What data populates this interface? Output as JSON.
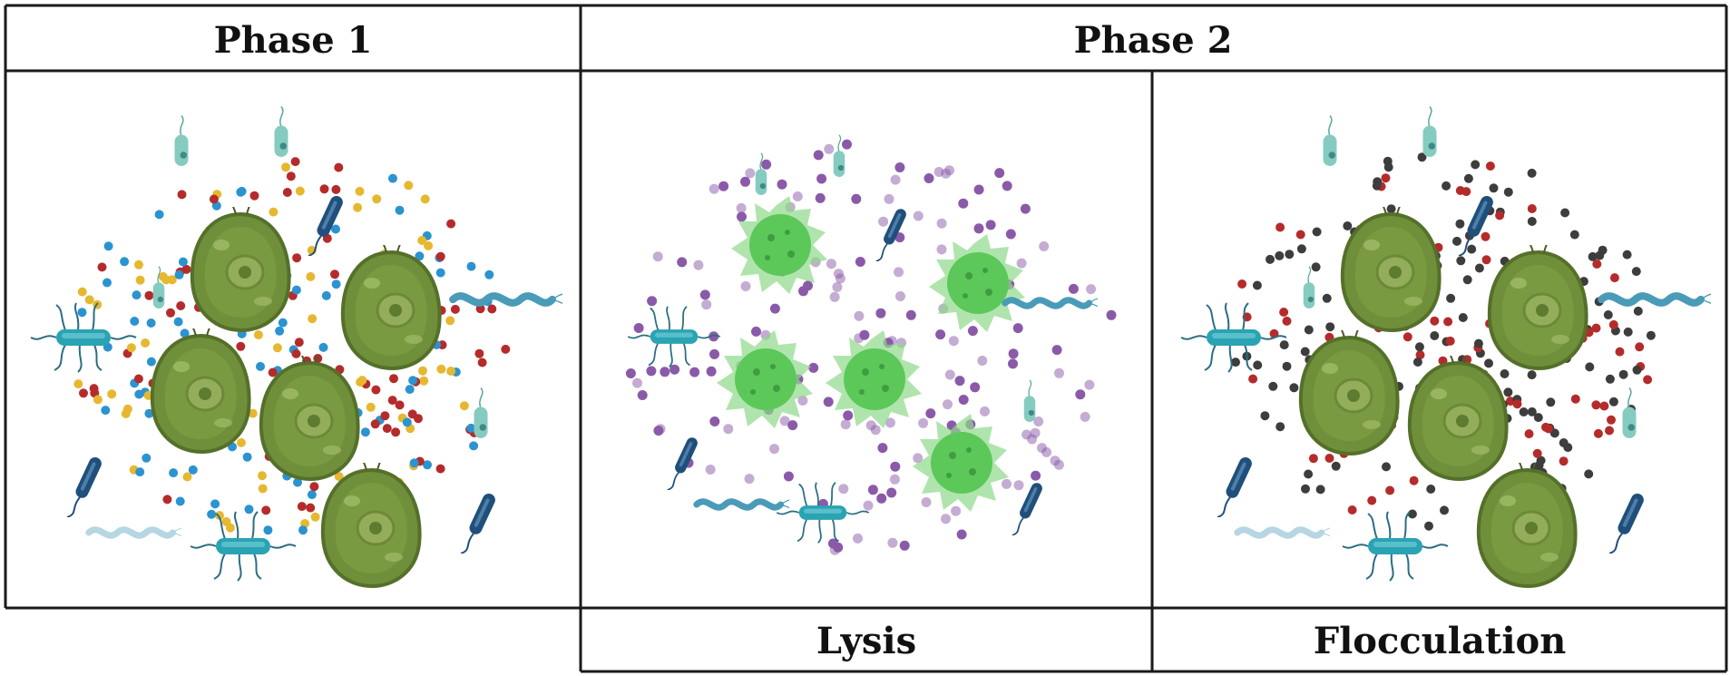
{
  "headers": {
    "phase1": "Phase 1",
    "phase2": "Phase 2"
  },
  "footers": {
    "lysis": "Lysis",
    "flocculation": "Flocculation"
  },
  "colors": {
    "frame": "#1a1a1a",
    "microalga_cell": "#6f8f3a",
    "microalga_outline": "#55702a",
    "lysed_cell": "#5cc85a",
    "nutrient_red": "#b52b2b",
    "nutrient_yellow": "#e6b830",
    "nutrient_blue": "#2b93d0",
    "released_material_purple": "#8a5aa8",
    "floc_particle": "#3d3d3d",
    "bacteria_teal": "#2aa3b3",
    "bacteria_navy": "#1f4f7a",
    "bacteria_mint": "#86cbc0"
  },
  "panels": [
    {
      "id": "phase-1",
      "content": [
        "microalga-cell",
        "bacteria",
        "nutrient-particles"
      ]
    },
    {
      "id": "phase-2-lysis",
      "content": [
        "lysed-microalga-cell",
        "bacteria",
        "released-particles"
      ]
    },
    {
      "id": "phase-2-flocculation",
      "content": [
        "microalga-cell",
        "bacteria",
        "floc-particles"
      ]
    }
  ]
}
